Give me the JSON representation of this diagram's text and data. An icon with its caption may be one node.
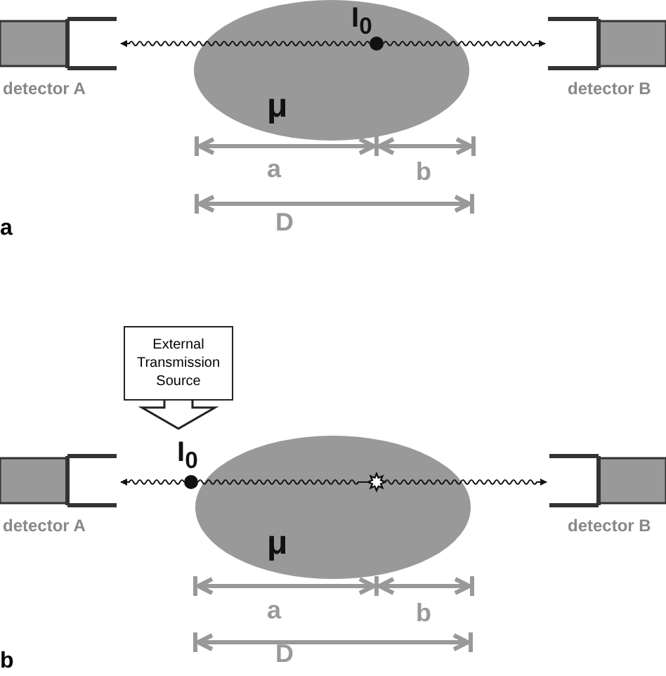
{
  "diagram": {
    "nodes": [
      {
        "text": [],
        "shape": "box",
        "beside": [
          "detector A"
        ]
      },
      {
        "text": [
          "μ"
        ]
      },
      {
        "text": [],
        "shape": "circle",
        "beside": [
          "I$_{0}$"
        ],
        "in": 1
      },
      {
        "text": [],
        "shape": "box",
        "beside": [
          "detector B"
        ]
      },
      {
        "text": [],
        "shape": "box",
        "beside": [
          "detector A"
        ]
      },
      {
        "text": [
          "External Transmission Source"
        ]
      },
      {
        "text": [],
        "shape": "circle",
        "beside": [
          "I$_{0}$"
        ]
      },
      {
        "text": [
          "μ"
        ]
      },
      {
        "text": [],
        "shape": "star",
        "in": 7
      },
      {
        "text": [],
        "shape": "box",
        "beside": [
          "detector B"
        ]
      }
    ],
    "edges": [
      {
        "from": 2,
        "to": 0,
        "arrow": "to"
      },
      {
        "from": 2,
        "to": 3,
        "arrow": "to"
      },
      {
        "from": 5,
        "to": 6,
        "arrow": "to"
      },
      {
        "from": 6,
        "to": 4,
        "arrow": "to"
      },
      {
        "from": 6,
        "to": 8,
        "arrow": "none"
      },
      {
        "from": 8,
        "to": 9,
        "arrow": "to"
      }
    ],
    "labels": [
      "a",
      "b",
      "D",
      "a",
      "a",
      "b",
      "D",
      "b"
    ]
  }
}
